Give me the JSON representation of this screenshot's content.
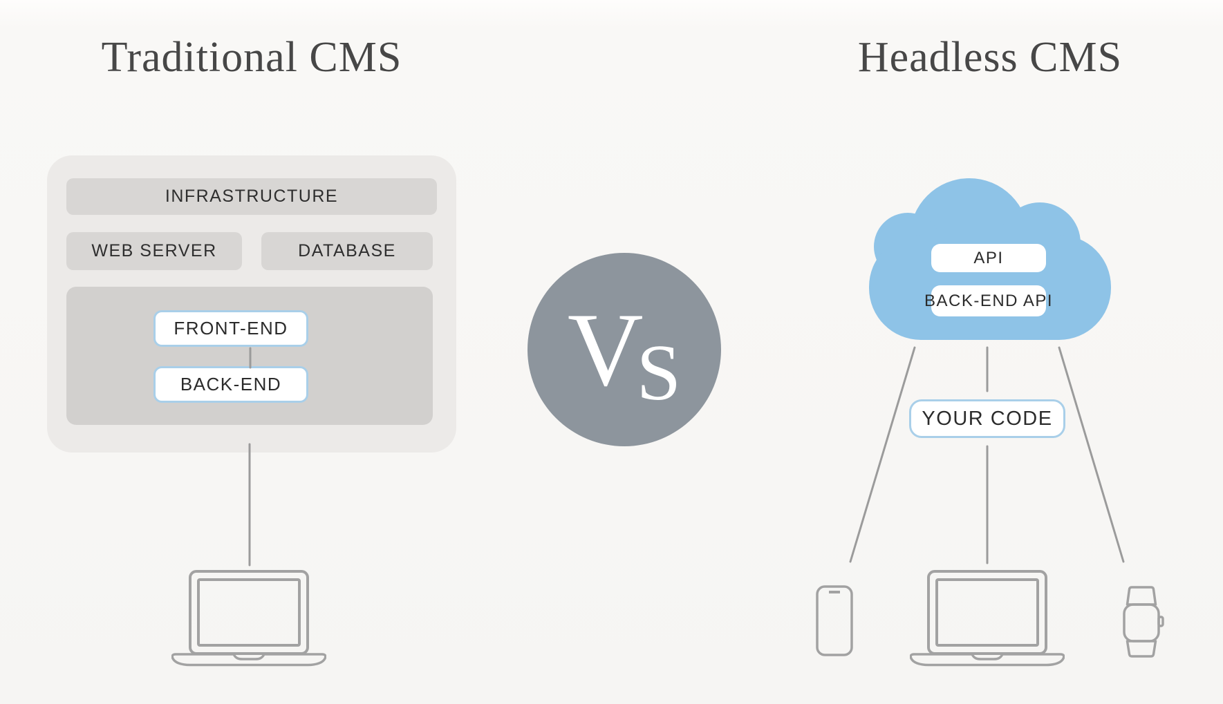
{
  "left_panel": {
    "title": "Traditional CMS",
    "infrastructure_label": "INFRASTRUCTURE",
    "web_server_label": "WEB SERVER",
    "database_label": "DATABASE",
    "front_end_label": "FRONT-END",
    "back_end_label": "BACK-END",
    "device": "laptop"
  },
  "center": {
    "vs": {
      "label": "VS",
      "v": "V",
      "s": "S"
    }
  },
  "right_panel": {
    "title": "Headless CMS",
    "api_label": "API",
    "backend_api_label": "BACK-END API",
    "your_code_label": "YOUR CODE",
    "devices": [
      "smartphone",
      "laptop",
      "smartwatch"
    ]
  },
  "colors": {
    "background": "#f7f6f4",
    "container_gray": "#eceae8",
    "bar_gray": "#d8d6d4",
    "inner_gray": "#d2d0ce",
    "box_border_blue": "#a9cfe9",
    "cloud_blue": "#8ec3e7",
    "vs_circle_gray": "#8d959d",
    "line_gray": "#9b9b9b",
    "device_outline_gray": "#a2a2a2",
    "title_text": "#474747",
    "label_text": "#2e2e2e"
  }
}
